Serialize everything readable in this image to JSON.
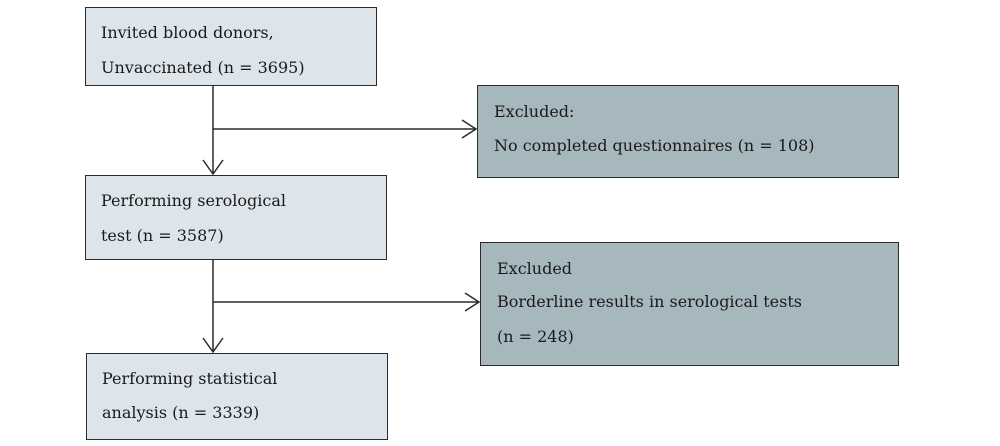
{
  "flowchart": {
    "box_invited": {
      "line1": "Invited blood donors,",
      "line2": "Unvaccinated (n = 3695)"
    },
    "box_excluded_questionnaires": {
      "line1": "Excluded:",
      "line2": "No completed questionnaires (n = 108)"
    },
    "box_serological": {
      "line1": "Performing serological",
      "line2": "test (n = 3587)"
    },
    "box_excluded_borderline": {
      "line1": "Excluded",
      "line2": "Borderline results in serological tests",
      "line3": "(n = 248)"
    },
    "box_statistical": {
      "line1": "Performing statistical",
      "line2": "analysis (n = 3339)"
    }
  },
  "colors": {
    "main_box_fill": "#dde4ea",
    "excluded_box_fill": "#a6b7bd",
    "border": "#2b2b2b"
  }
}
